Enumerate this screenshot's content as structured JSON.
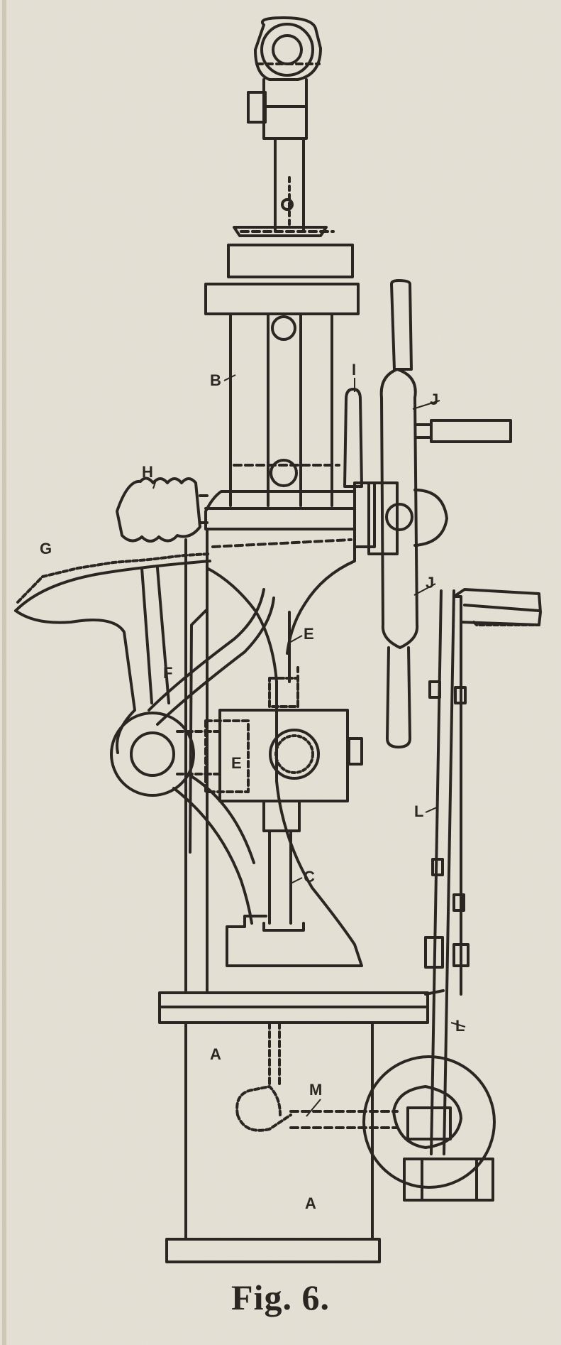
{
  "figure": {
    "caption": "Fig. 6.",
    "colors": {
      "paper": "#e4e0d4",
      "ink": "#2a2622"
    },
    "labels": {
      "A1": "A",
      "A2": "A",
      "B": "B",
      "C": "C",
      "E1": "E",
      "E2": "E",
      "F": "F",
      "G": "G",
      "H": "H",
      "I": "I",
      "J1": "J",
      "J2": "J",
      "L1": "L",
      "L2": "L",
      "M": "M"
    }
  }
}
